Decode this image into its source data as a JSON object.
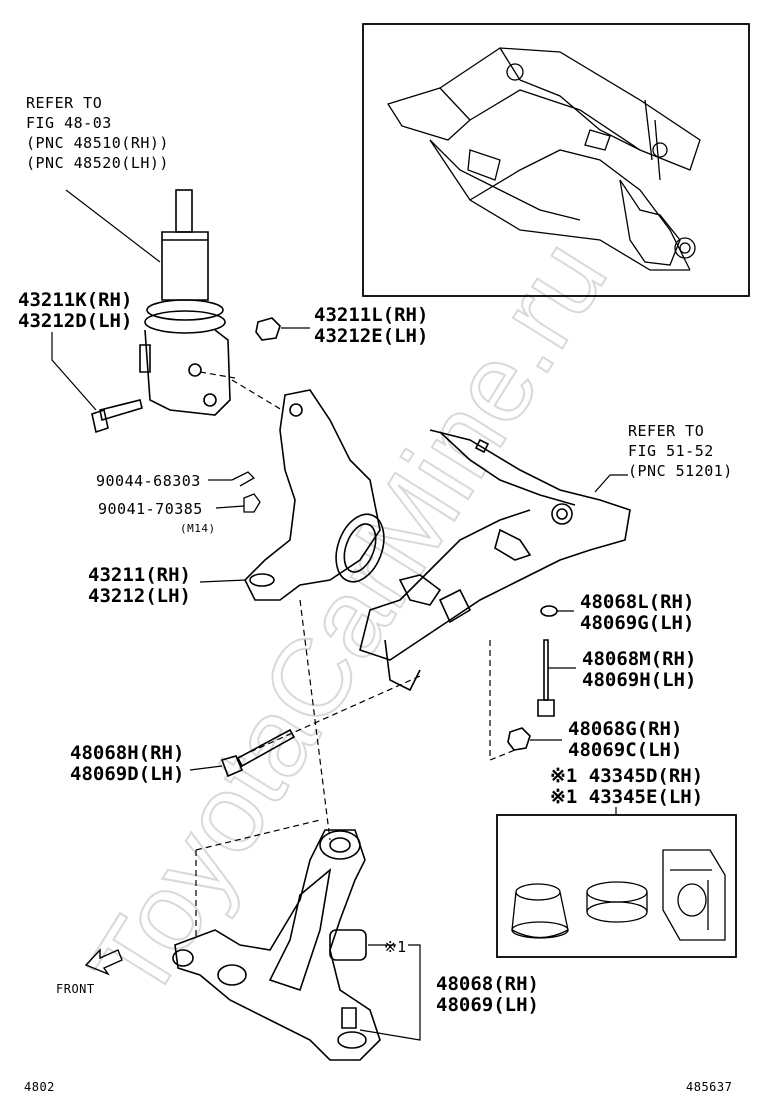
{
  "refer_strut": [
    "REFER TO",
    "FIG 48-03",
    "(PNC 48510(RH))",
    "(PNC 48520(LH))"
  ],
  "refer_frame": [
    "REFER TO",
    "FIG 51-52",
    "(PNC 51201)"
  ],
  "parts": {
    "p43211K": "43211K(RH)",
    "p43212D": "43212D(LH)",
    "p43211L": "43211L(RH)",
    "p43212E": "43212E(LH)",
    "p90044": "90044-68303",
    "p90041": "90041-70385",
    "m14": "(M14)",
    "p43211": "43211(RH)",
    "p43212": "43212(LH)",
    "p48068L": "48068L(RH)",
    "p48069G": "48069G(LH)",
    "p48068M": "48068M(RH)",
    "p48069H2": "48069H(LH)",
    "p48068G": "48068G(RH)",
    "p48069C": "48069C(LH)",
    "p43345D": "※1 43345D(RH)",
    "p43345E": "※1 43345E(LH)",
    "p48068H": "48068H(RH)",
    "p48069D": "48069D(LH)",
    "x1": "※1",
    "p48068": "48068(RH)",
    "p48069": "48069(LH)"
  },
  "front_label": "FRONT",
  "footer_left": "4802",
  "footer_right": "485637",
  "watermark": "ToyotaCarMine.ru"
}
